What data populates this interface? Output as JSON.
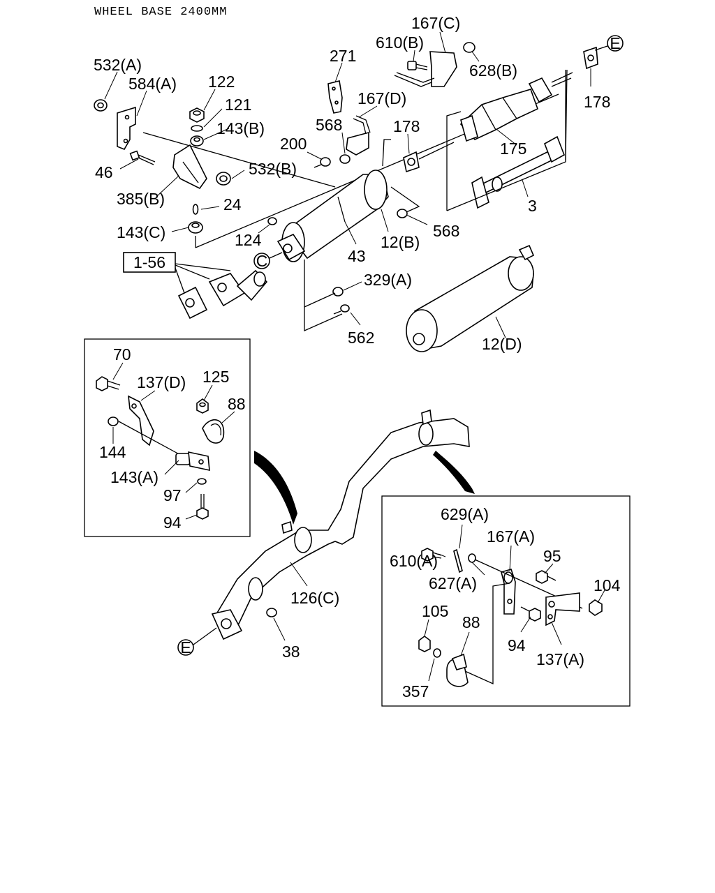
{
  "title": "WHEEL BASE 2400MM",
  "ref_circles": {
    "e_top": "E",
    "c_left": "C",
    "e_bottom": "E"
  },
  "ref_box": "1-56",
  "labels": {
    "p532a": "532(A)",
    "p584a": "584(A)",
    "p122": "122",
    "p121": "121",
    "p143b": "143(B)",
    "p46": "46",
    "p532b": "532(B)",
    "p385b": "385(B)",
    "p24": "24",
    "p143c": "143(C)",
    "p124": "124",
    "p271": "271",
    "p167c": "167(C)",
    "p610b": "610(B)",
    "p628b": "628(B)",
    "p167d": "167(D)",
    "p568top": "568",
    "p200": "200",
    "p178mid": "178",
    "p178right": "178",
    "p175": "175",
    "p3": "3",
    "p568right": "568",
    "p12b": "12(B)",
    "p43": "43",
    "p329a": "329(A)",
    "p562": "562",
    "p12d": "12(D)",
    "p70": "70",
    "p137d": "137(D)",
    "p125": "125",
    "p88left": "88",
    "p144": "144",
    "p143a": "143(A)",
    "p97": "97",
    "p94left": "94",
    "p126c": "126(C)",
    "p38": "38",
    "p629a": "629(A)",
    "p167a": "167(A)",
    "p95": "95",
    "p610a": "610(A)",
    "p627a": "627(A)",
    "p104": "104",
    "p105": "105",
    "p88right": "88",
    "p94right": "94",
    "p137a": "137(A)",
    "p357": "357"
  }
}
